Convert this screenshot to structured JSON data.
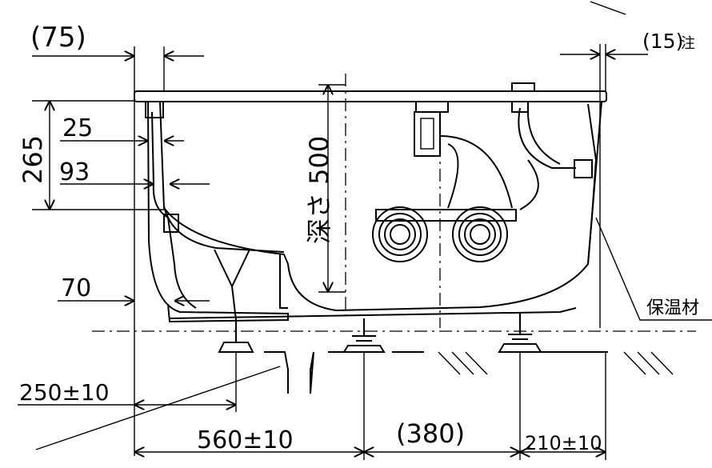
{
  "dimensions": {
    "left_offset": "(75)",
    "right_offset": "(15)",
    "right_offset_note": "注",
    "rim_height": "265",
    "flange_25": "25",
    "flange_93": "93",
    "step_70": "70",
    "depth_label": "深さ 500",
    "leg_left": "250±10",
    "span_main": "560±10",
    "span_center": "(380)",
    "span_right": "210±10"
  },
  "labels": {
    "insulation": "保温材"
  }
}
